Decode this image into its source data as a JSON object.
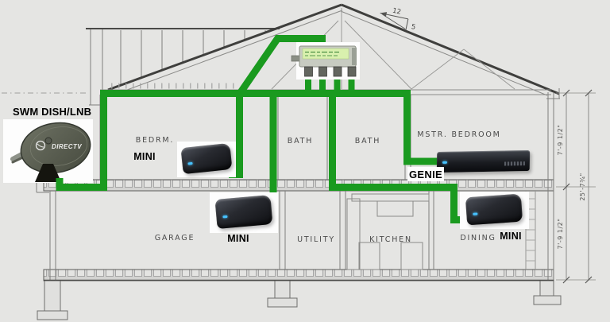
{
  "diagram": {
    "title": "SWM DISH/LNB",
    "dish": {
      "brand": "DIRECTV"
    },
    "receivers": {
      "mini": "MINI",
      "genie": "GENIE"
    },
    "rooms": {
      "bedroom": "BEDRM.",
      "bath_left": "BATH",
      "bath_right": "BATH",
      "master_bedroom": "MSTR. BEDROOM",
      "garage": "GARAGE",
      "utility": "UTILITY",
      "kitchen": "KITCHEN",
      "dining": "DINING"
    },
    "dimensions": {
      "upper_floor_height": "7'-9 1/2\"",
      "lower_floor_height": "7'-9 1/2\"",
      "overall_height": "25'-7¾\""
    },
    "roof_pitch": {
      "run": "12",
      "rise": "5"
    },
    "colors": {
      "cable_green": "#1a9a1f",
      "background": "#e5e5e3",
      "line_gray": "#7e7e7c",
      "receiver_black": "#1b1d20"
    }
  }
}
